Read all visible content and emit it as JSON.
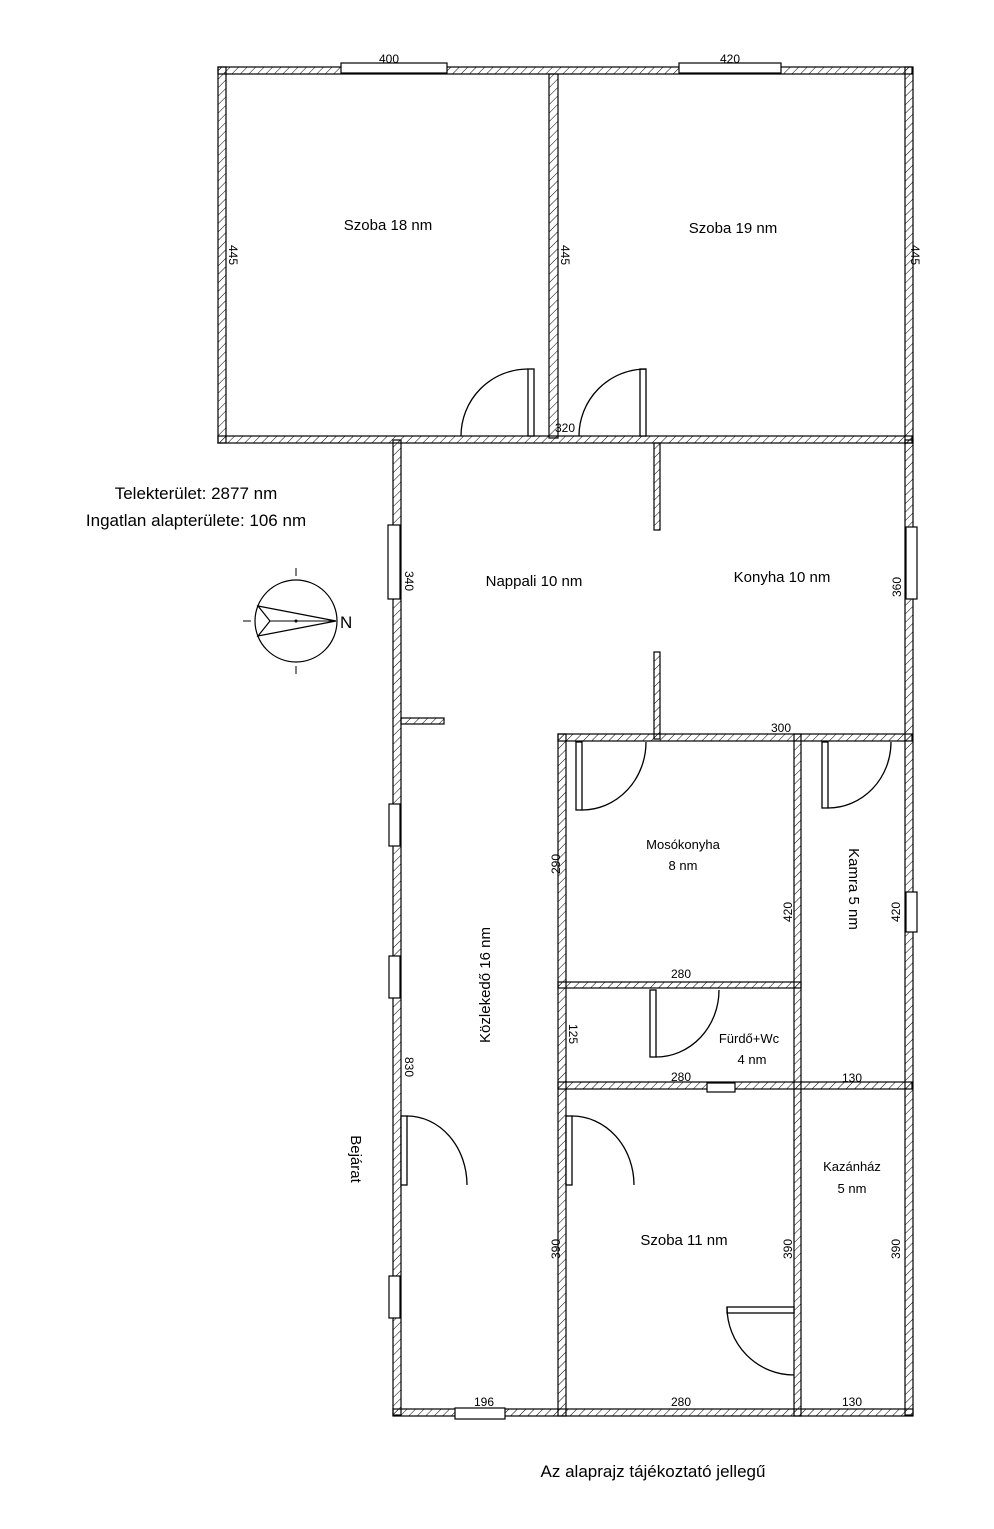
{
  "info": {
    "plot_area": "Telekterület: 2877 nm",
    "floor_area": "Ingatlan alapterülete: 106 nm"
  },
  "footer": "Az alaprajz tájékoztató jellegű",
  "entrance_label": "Bejárat",
  "compass": {
    "north_letter": "N"
  },
  "rooms": {
    "bedroom_18": "Szoba 18 nm",
    "bedroom_19": "Szoba 19 nm",
    "living": "Nappali 10 nm",
    "kitchen": "Konyha 10 nm",
    "laundry_name": "Mosókonyha",
    "laundry_area": "8 nm",
    "pantry": "Kamra 5 nm",
    "bath_name": "Fürdő+Wc",
    "bath_area": "4 nm",
    "corridor": "Közlekedő 16 nm",
    "bedroom_11": "Szoba 11 nm",
    "boiler_name": "Kazánház",
    "boiler_area": "5 nm"
  },
  "dimensions": {
    "d400": "400",
    "d420_top": "420",
    "d445_left": "445",
    "d445_mid": "445",
    "d445_right": "445",
    "d320": "320",
    "d340": "340",
    "d360": "360",
    "d300": "300",
    "d290": "290",
    "d420_laundry": "420",
    "d420_pantry": "420",
    "d280_a": "280",
    "d125": "125",
    "d280_b": "280",
    "d130_a": "130",
    "d830": "830",
    "d390_a": "390",
    "d390_b": "390",
    "d390_c": "390",
    "d196": "196",
    "d280_c": "280",
    "d130_b": "130"
  }
}
